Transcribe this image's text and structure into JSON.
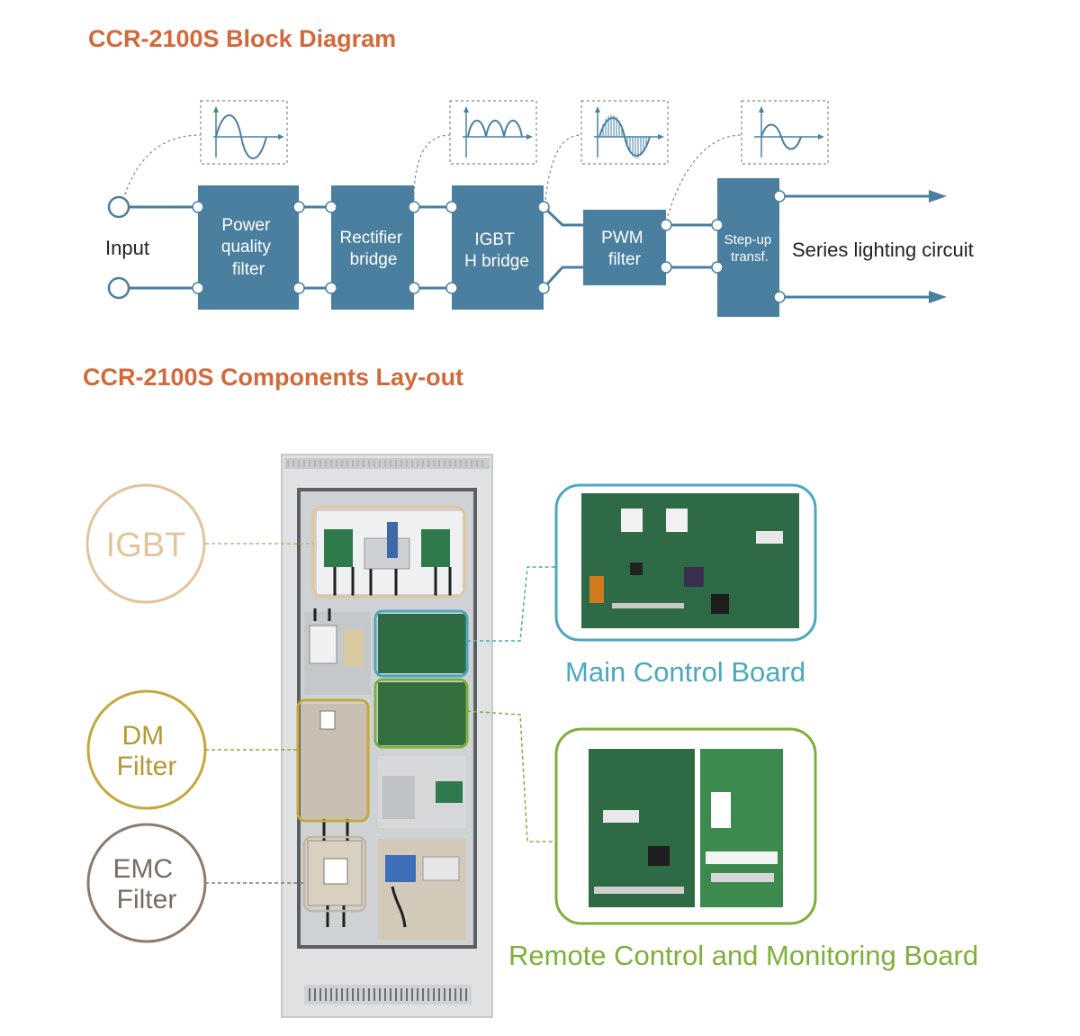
{
  "headings": {
    "block_diagram": "CCR-2100S Block Diagram",
    "components_layout": "CCR-2100S Components Lay-out"
  },
  "block_diagram": {
    "input_label": "Input",
    "output_label": "Series lighting circuit",
    "blocks": [
      {
        "id": "power-quality-filter",
        "lines": [
          "Power",
          "quality",
          "filter"
        ]
      },
      {
        "id": "rectifier-bridge",
        "lines": [
          "Rectifier",
          "bridge"
        ]
      },
      {
        "id": "igbt-h-bridge",
        "lines": [
          "IGBT",
          "H bridge"
        ]
      },
      {
        "id": "pwm-filter",
        "lines": [
          "PWM",
          "filter"
        ]
      },
      {
        "id": "step-up-transformer",
        "lines": [
          "Step-up",
          "transf."
        ]
      }
    ],
    "waveforms": [
      "sine-wave-icon",
      "rectified-wave-icon",
      "pwm-wave-icon",
      "sine-wave-icon"
    ]
  },
  "components": {
    "left_labels": [
      {
        "id": "igbt",
        "lines": [
          "IGBT"
        ],
        "color": "#e3c49a"
      },
      {
        "id": "dm-filter",
        "lines": [
          "DM",
          "Filter"
        ],
        "color": "#c3a83a"
      },
      {
        "id": "emc-filter",
        "lines": [
          "EMC",
          "Filter"
        ],
        "color": "#8c7b6e"
      }
    ],
    "boards": [
      {
        "id": "main-control-board",
        "label": "Main Control Board",
        "color": "#4aa8bf"
      },
      {
        "id": "remote-control-board",
        "label": "Remote Control and Monitoring Board",
        "color": "#7eaf3a"
      }
    ]
  },
  "colors": {
    "block": "#4a7fa0",
    "heading": "#d2693a",
    "wire": "#4a7fa0"
  }
}
